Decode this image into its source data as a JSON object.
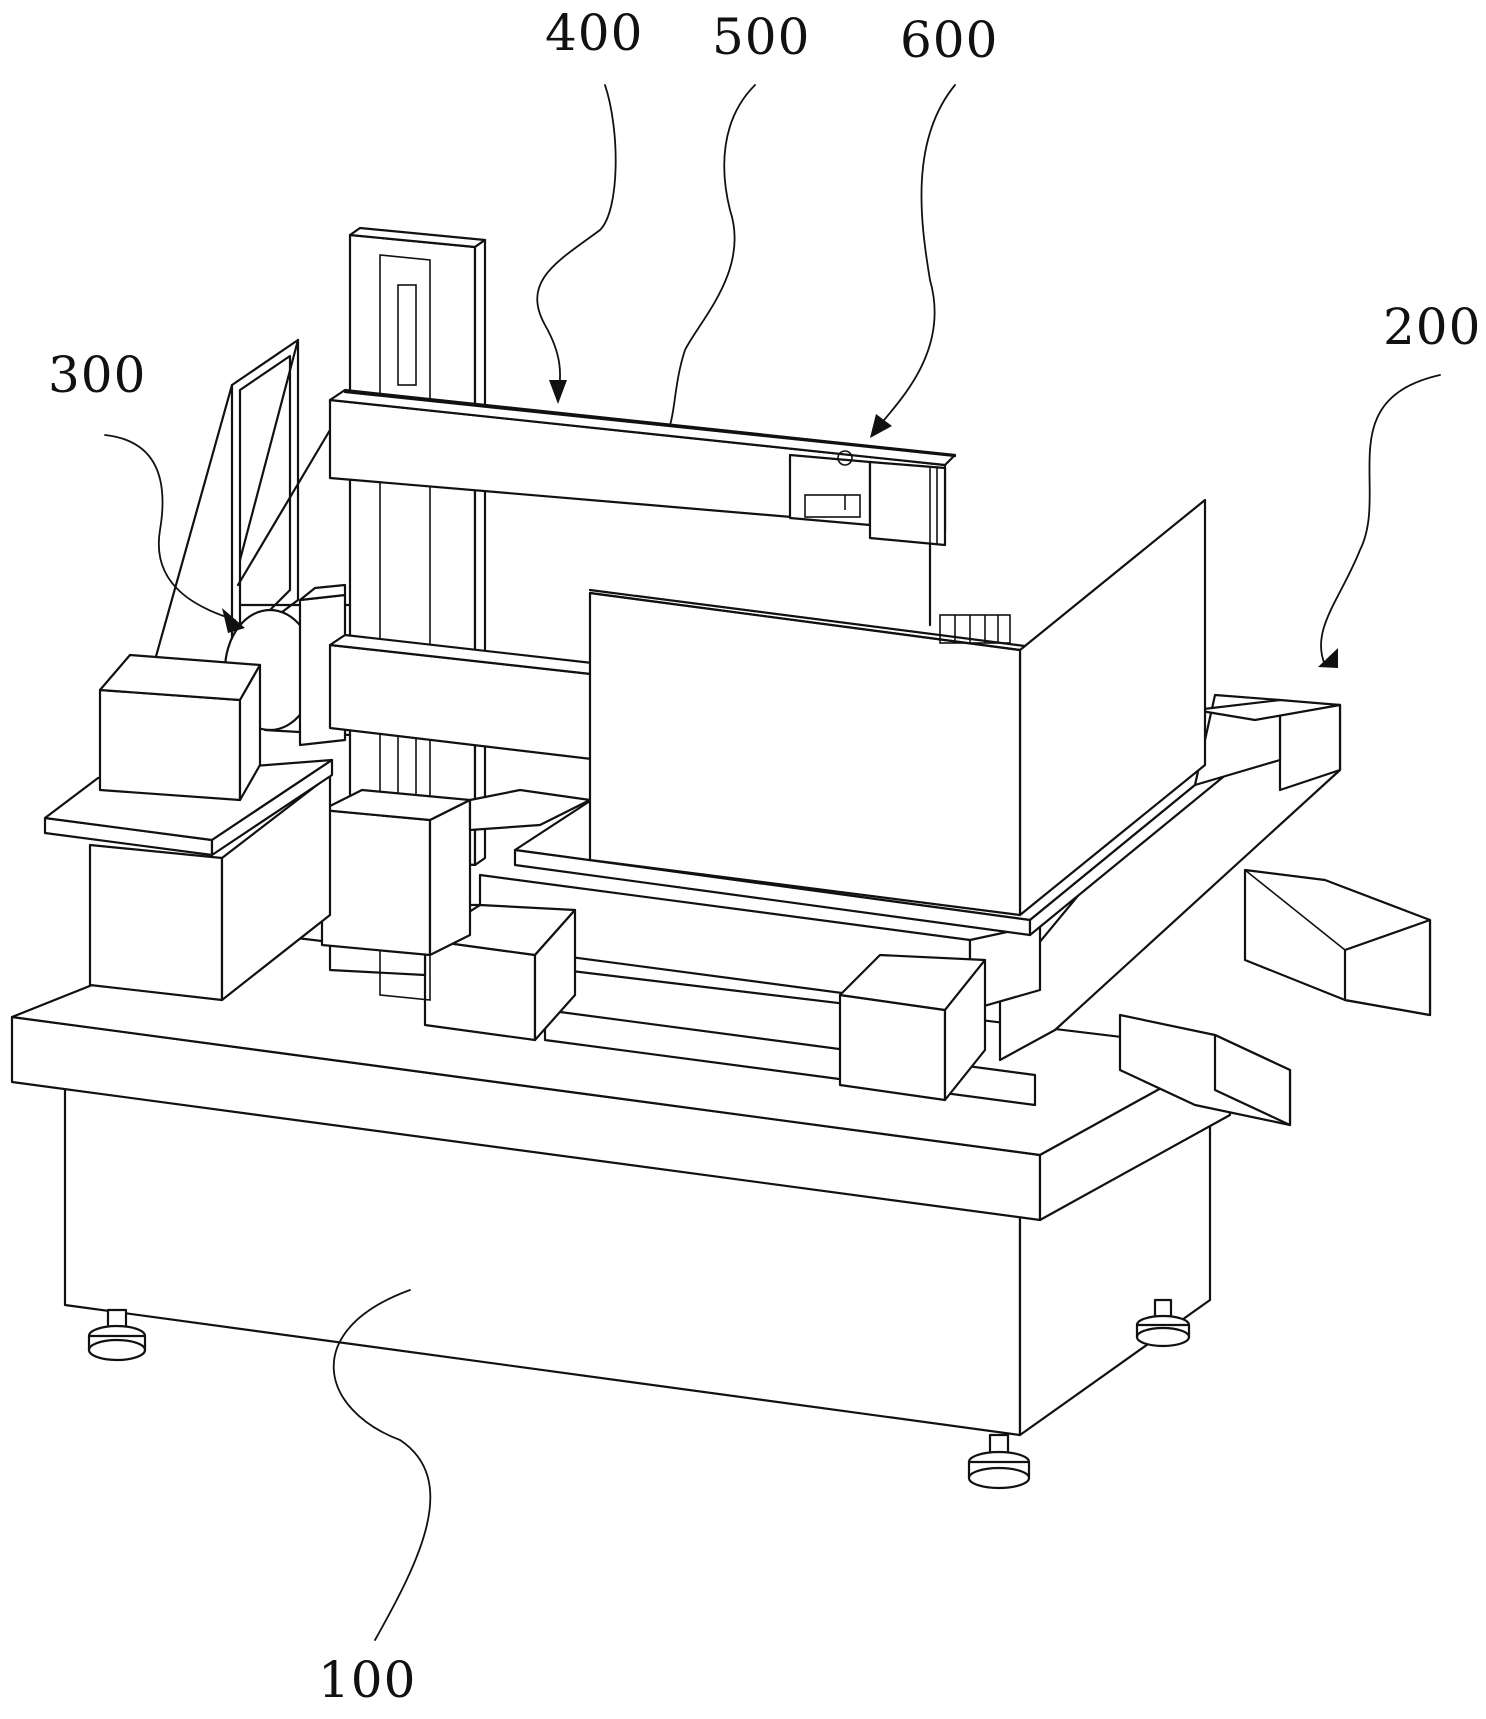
{
  "figure": {
    "labels": {
      "label_100": "100",
      "label_200": "200",
      "label_300": "300",
      "label_400": "400",
      "label_500": "500",
      "label_600": "600"
    },
    "colors": {
      "line": "#111111",
      "background": "#ffffff"
    }
  }
}
